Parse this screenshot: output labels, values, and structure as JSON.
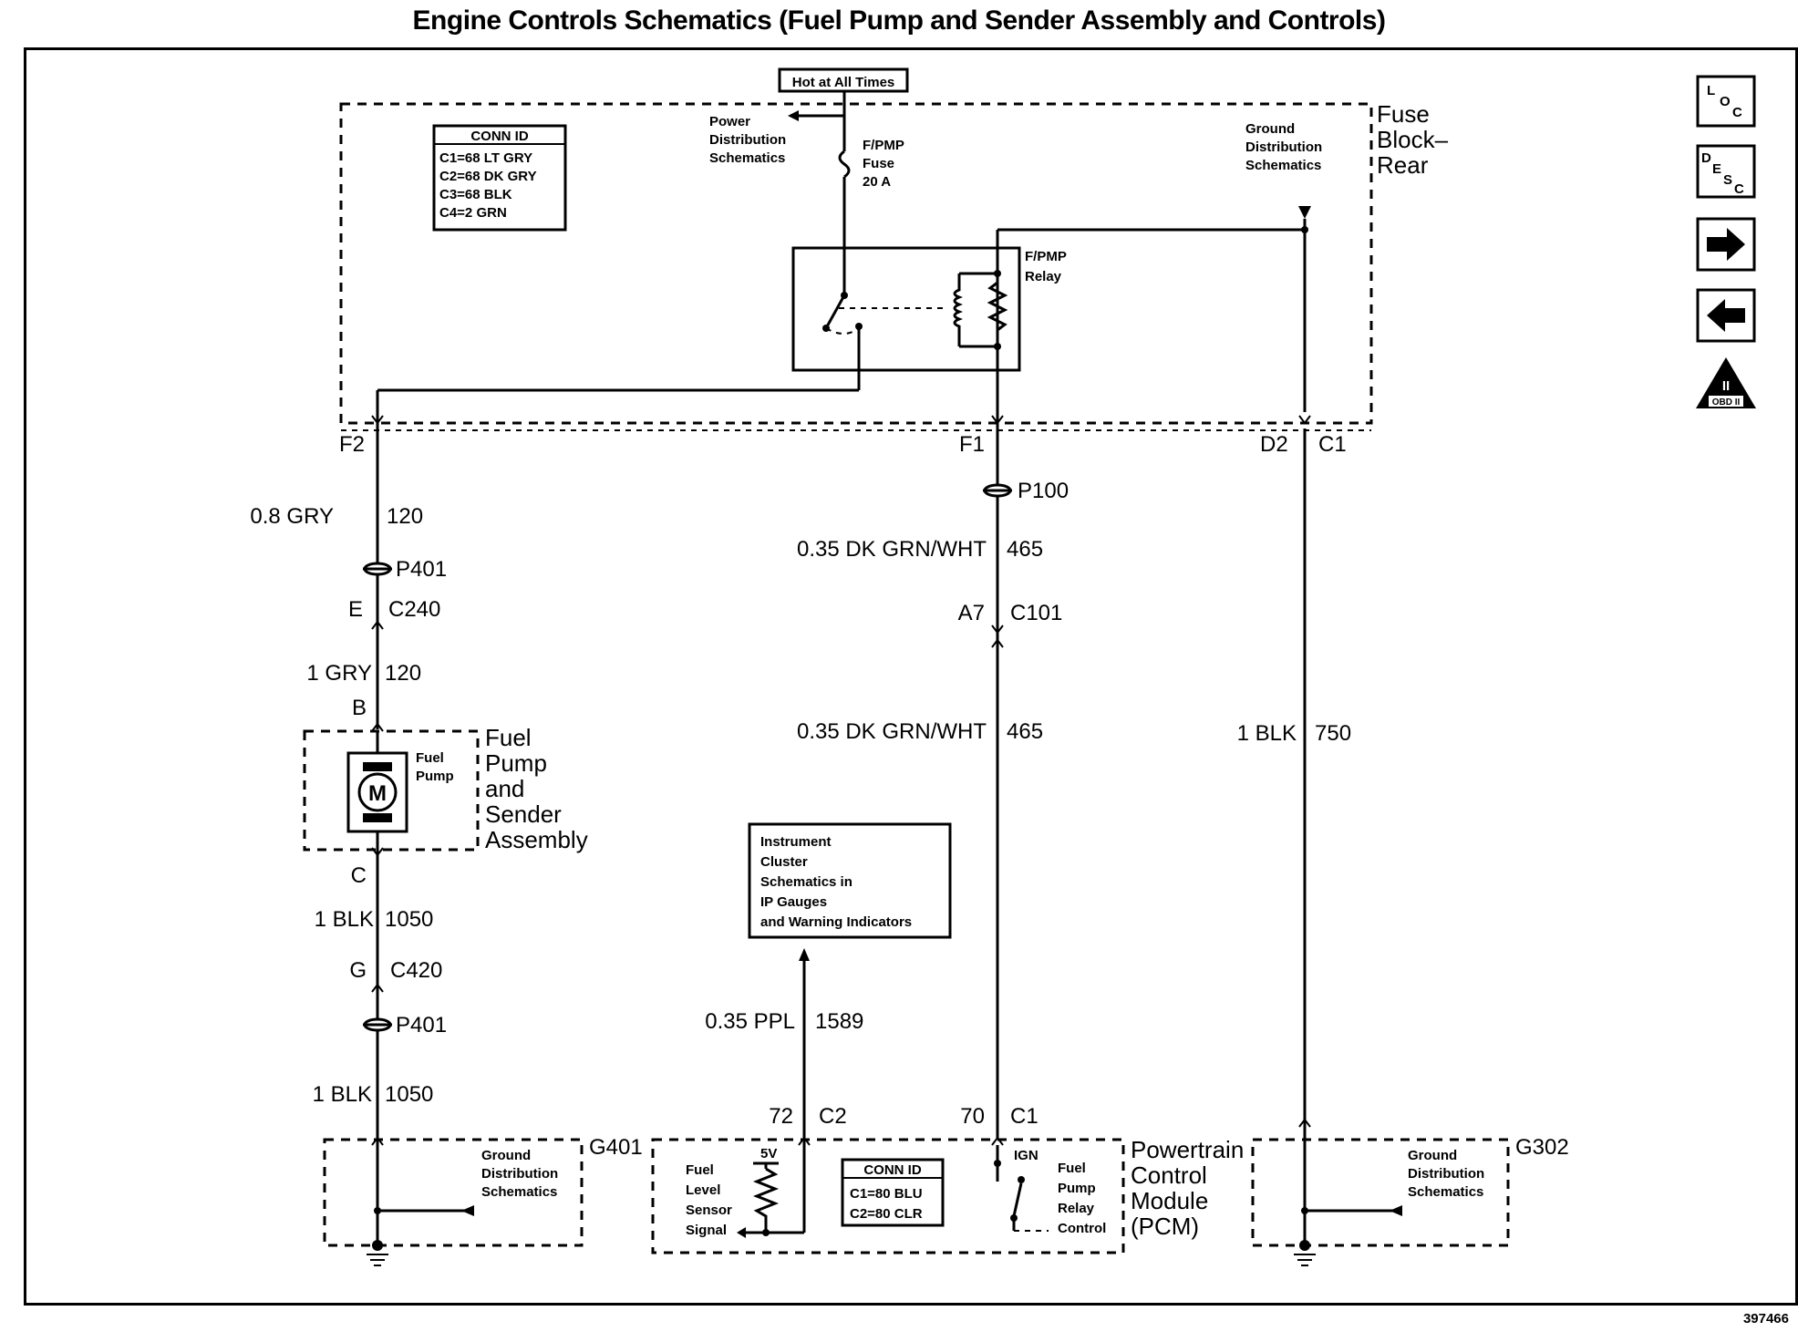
{
  "title": "Engine Controls Schematics (Fuel Pump and Sender Assembly and Controls)",
  "doc_number": "397466",
  "hot_label": "Hot at All Times",
  "conn_id_top": {
    "header": "CONN ID",
    "rows": [
      "C1=68 LT GRY",
      "C2=68 DK GRY",
      "C3=68 BLK",
      "C4=2 GRN"
    ]
  },
  "fuse_block": [
    "Fuse",
    "Block–",
    "Rear"
  ],
  "power_dist": [
    "Power",
    "Distribution",
    "Schematics"
  ],
  "fuse": [
    "F/PMP",
    "Fuse",
    "20 A"
  ],
  "ground_dist_top": [
    "Ground",
    "Distribution",
    "Schematics"
  ],
  "relay": [
    "F/PMP",
    "Relay"
  ],
  "pins": {
    "f2": "F2",
    "f1": "F1",
    "d2": "D2",
    "c1_top": "C1",
    "e": "E",
    "c240": "C240",
    "b": "B",
    "c": "C",
    "g": "G",
    "c420": "C420",
    "a7": "A7",
    "c101": "C101",
    "p72": "72",
    "c2": "C2",
    "p70": "70",
    "c1_pcm": "C1"
  },
  "splices": {
    "p100": "P100",
    "p401a": "P401",
    "p401b": "P401"
  },
  "wires": {
    "gry_08": "0.8 GRY",
    "gry_08_num": "120",
    "gry_1": "1 GRY",
    "gry_1_num": "120",
    "blk_1a": "1 BLK",
    "blk_1a_num": "1050",
    "blk_1b": "1 BLK",
    "blk_1b_num": "1050",
    "dkgrn_a": "0.35 DK GRN/WHT",
    "dkgrn_a_num": "465",
    "dkgrn_b": "0.35 DK GRN/WHT",
    "dkgrn_b_num": "465",
    "blk_750": "1 BLK",
    "blk_750_num": "750",
    "ppl": "0.35 PPL",
    "ppl_num": "1589"
  },
  "fuel_pump": {
    "motor": "M",
    "inner": [
      "Fuel",
      "Pump"
    ],
    "side": [
      "Fuel",
      "Pump",
      "and",
      "Sender",
      "Assembly"
    ]
  },
  "instrument_cluster": [
    "Instrument",
    "Cluster",
    "Schematics in",
    "IP Gauges",
    "and Warning Indicators"
  ],
  "ground_g401": {
    "label": "G401",
    "text": [
      "Ground",
      "Distribution",
      "Schematics"
    ]
  },
  "ground_g302": {
    "label": "G302",
    "text": [
      "Ground",
      "Distribution",
      "Schematics"
    ]
  },
  "pcm": {
    "name": [
      "Powertrain",
      "Control",
      "Module",
      "(PCM)"
    ],
    "v5": "5V",
    "sensor": [
      "Fuel",
      "Level",
      "Sensor",
      "Signal"
    ],
    "ign": "IGN",
    "relay_ctrl": [
      "Fuel",
      "Pump",
      "Relay",
      "Control"
    ],
    "conn_header": "CONN ID",
    "conn_rows": [
      "C1=80 BLU",
      "C2=80 CLR"
    ]
  },
  "nav": {
    "loc": [
      "L",
      "O",
      "C"
    ],
    "desc": [
      "D",
      "E",
      "S",
      "C"
    ],
    "obd": [
      "II",
      "OBD II"
    ],
    "icons": [
      "location-icon",
      "description-icon",
      "next-arrow-icon",
      "previous-arrow-icon",
      "obd-warning-icon"
    ]
  }
}
